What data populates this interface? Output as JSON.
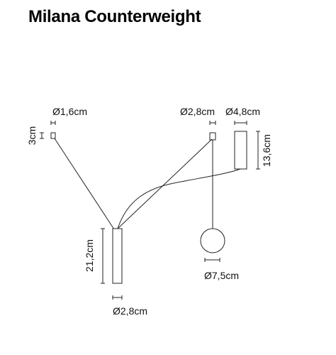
{
  "title": "Milana Counterweight",
  "labels": {
    "small_canopy_diameter": "Ø1,6cm",
    "small_canopy_height": "3cm",
    "main_canopy_diameter": "Ø2,8cm",
    "counterweight_diameter": "Ø4,8cm",
    "counterweight_height": "13,6cm",
    "pendant_body_height": "21,2cm",
    "pendant_body_diameter": "Ø2,8cm",
    "globe_diameter": "Ø7,5cm"
  },
  "colors": {
    "line": "#222222",
    "fill": "#ffffff"
  }
}
